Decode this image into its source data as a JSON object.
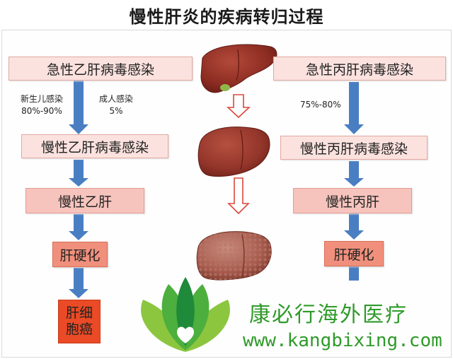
{
  "title": "慢性肝炎的疾病转归过程",
  "left_flow": {
    "infection": "急性乙肝病毒感染",
    "note_newborn_label": "新生儿感染",
    "note_newborn_value": "80%-90%",
    "note_adult_label": "成人感染",
    "note_adult_value": "5%",
    "chronic_infection": "慢性乙肝病毒感染",
    "chronic_hepatitis": "慢性乙肝",
    "cirrhosis": "肝硬化",
    "cancer_line1": "肝细",
    "cancer_line2": "胞癌"
  },
  "right_flow": {
    "infection": "急性丙肝病毒感染",
    "note_rate": "75%-80%",
    "chronic_infection": "慢性丙肝病毒感染",
    "chronic_hepatitis": "慢性丙肝",
    "cirrhosis": "肝硬化"
  },
  "watermark": {
    "name": "康必行海外医疗",
    "url": "www.kangbixing.com"
  },
  "colors": {
    "arrow_blue": "#4a7ec2",
    "box_light": "#fbe2df",
    "box_pink": "#f7c4bd",
    "box_salmon": "#f0907c",
    "box_red": "#ea4a25",
    "brand_green": "#2f9a2a"
  }
}
